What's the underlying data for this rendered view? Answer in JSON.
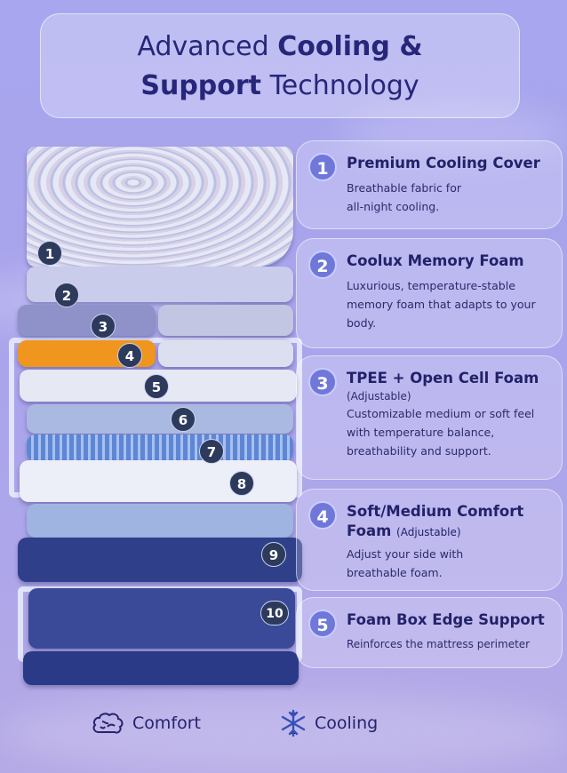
{
  "title": {
    "line1_regular": "Advanced ",
    "line1_bold": "Cooling &",
    "line2_bold": "Support",
    "line2_regular": " Technology"
  },
  "colors": {
    "accent": "#6f78d8",
    "text": "#24246e",
    "orange": "#f0961e",
    "navy": "#2b3a86"
  },
  "layer_badges": [
    "1",
    "2",
    "3",
    "4",
    "5",
    "6",
    "7",
    "8",
    "9",
    "10"
  ],
  "features": [
    {
      "num": "1",
      "title": "Premium Cooling Cover",
      "subtitle": "",
      "desc": "Breathable fabric for all-night cooling."
    },
    {
      "num": "2",
      "title": "Coolux Memory Foam",
      "subtitle": "",
      "desc": "Luxurious, temperature-stable memory foam that adapts to your body."
    },
    {
      "num": "3",
      "title": "TPEE + Open Cell Foam",
      "subtitle": "(Adjustable)",
      "desc": "Customizable medium or soft feel with temperature balance, breathability and support."
    },
    {
      "num": "4",
      "title": "Soft/Medium Comfort Foam",
      "subtitle": "(Adjustable)",
      "desc": "Adjust your side with breathable foam."
    },
    {
      "num": "5",
      "title": "Foam Box Edge Support",
      "subtitle": "",
      "desc": "Reinforces the mattress perimeter"
    }
  ],
  "legend": [
    {
      "icon": "brain-icon",
      "label": "Comfort"
    },
    {
      "icon": "snowflake-icon",
      "label": "Cooling"
    }
  ]
}
